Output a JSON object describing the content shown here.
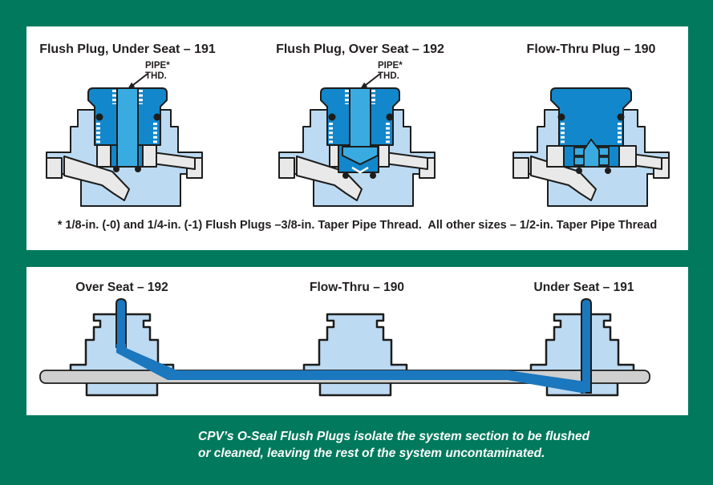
{
  "colors": {
    "background": "#00795C",
    "panel": "#FFFFFF",
    "outline": "#1D1D1B",
    "ink": "#231F20",
    "body_blue": "#BCDAF2",
    "plug_blue": "#1287CB",
    "channel_blue": "#3AABE1",
    "flow_blue": "#1B77BE",
    "gray": "#E9E9E9",
    "caption_text": "#FFFFFF"
  },
  "top_panel": {
    "figures": [
      {
        "title": "Flush Plug, Under Seat – 191",
        "annotation_line1": "PIPE*",
        "annotation_line2": "THD."
      },
      {
        "title": "Flush Plug, Over Seat – 192",
        "annotation_line1": "PIPE*",
        "annotation_line2": "THD."
      },
      {
        "title": "Flow-Thru Plug – 190"
      }
    ],
    "footnote": "* 1/8-in. (-0) and 1/4-in. (-1) Flush Plugs –3/8-in. Taper Pipe Thread.  All other sizes – 1/2-in. Taper Pipe Thread"
  },
  "bottom_panel": {
    "labels": [
      {
        "text": "Over Seat – 192"
      },
      {
        "text": "Flow-Thru – 190"
      },
      {
        "text": "Under Seat – 191"
      }
    ]
  },
  "caption": {
    "line1": "CPV’s O-Seal Flush Plugs isolate the system section to be flushed",
    "line2": "or cleaned, leaving the rest of the system uncontaminated."
  }
}
